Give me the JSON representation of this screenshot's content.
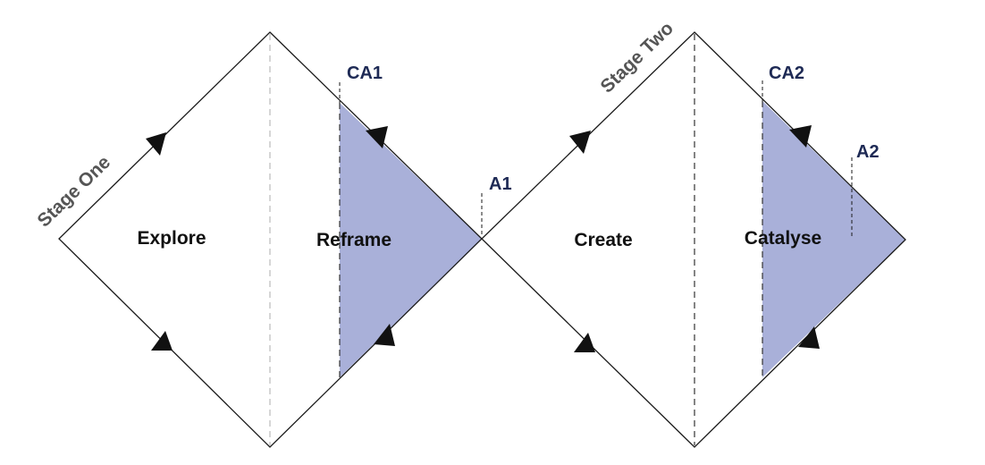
{
  "colors": {
    "shade": "#a9b0d9",
    "marker_text": "#1e2a55",
    "outline": "#1a1a1a",
    "stage_text": "#555555",
    "divider_light": "#bbbbbb",
    "divider_dark": "#333333"
  },
  "stages": [
    {
      "stage_label": "Stage One",
      "phases": [
        "Explore",
        "Reframe"
      ],
      "markers": [
        "CA1",
        "A1"
      ]
    },
    {
      "stage_label": "Stage Two",
      "phases": [
        "Create",
        "Catalyse"
      ],
      "markers": [
        "CA2",
        "A2"
      ]
    }
  ]
}
